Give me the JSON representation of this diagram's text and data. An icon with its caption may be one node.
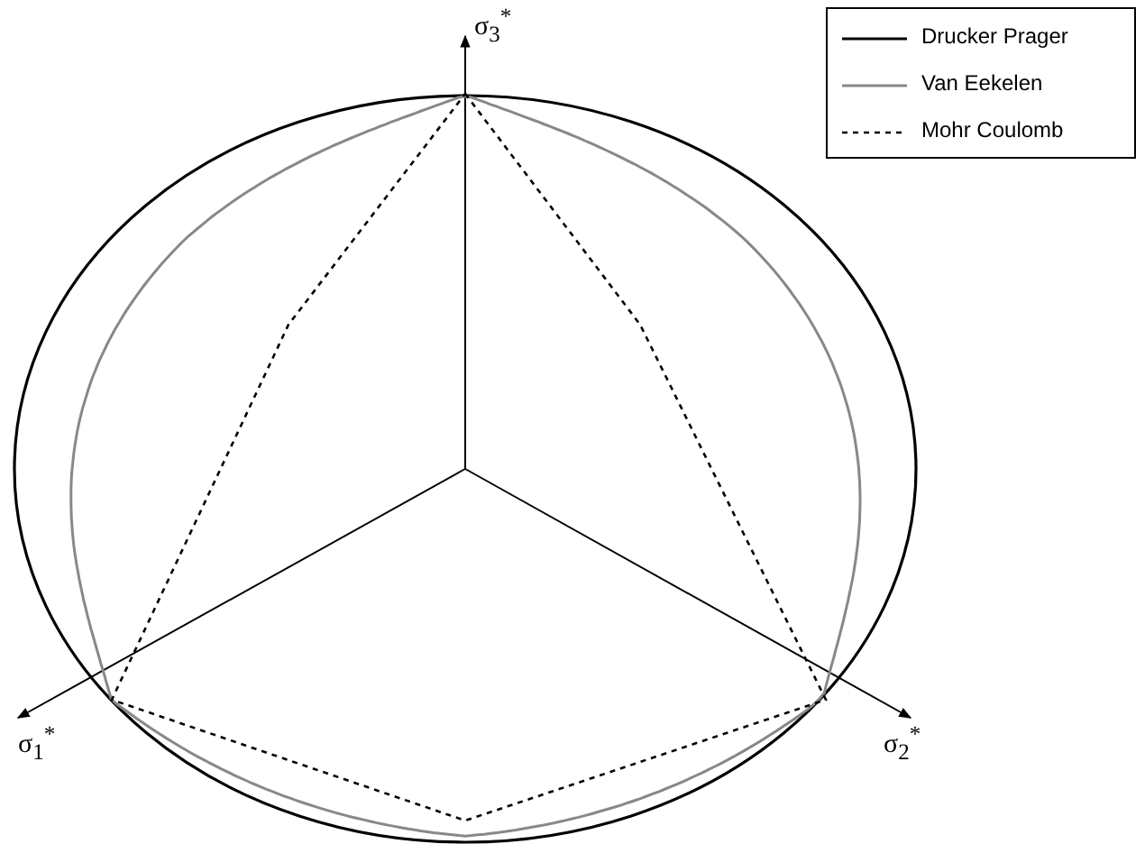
{
  "diagram": {
    "labels": [
      "σ$_{3}$$^{*}$",
      "σ$_{1}$$^{*}$",
      "σ$_{2}$$^{*}$"
    ],
    "legend": [
      {
        "text": "Drucker Prager"
      },
      {
        "text": "Van Eekelen"
      },
      {
        "text": "Mohr Coulomb"
      }
    ]
  }
}
